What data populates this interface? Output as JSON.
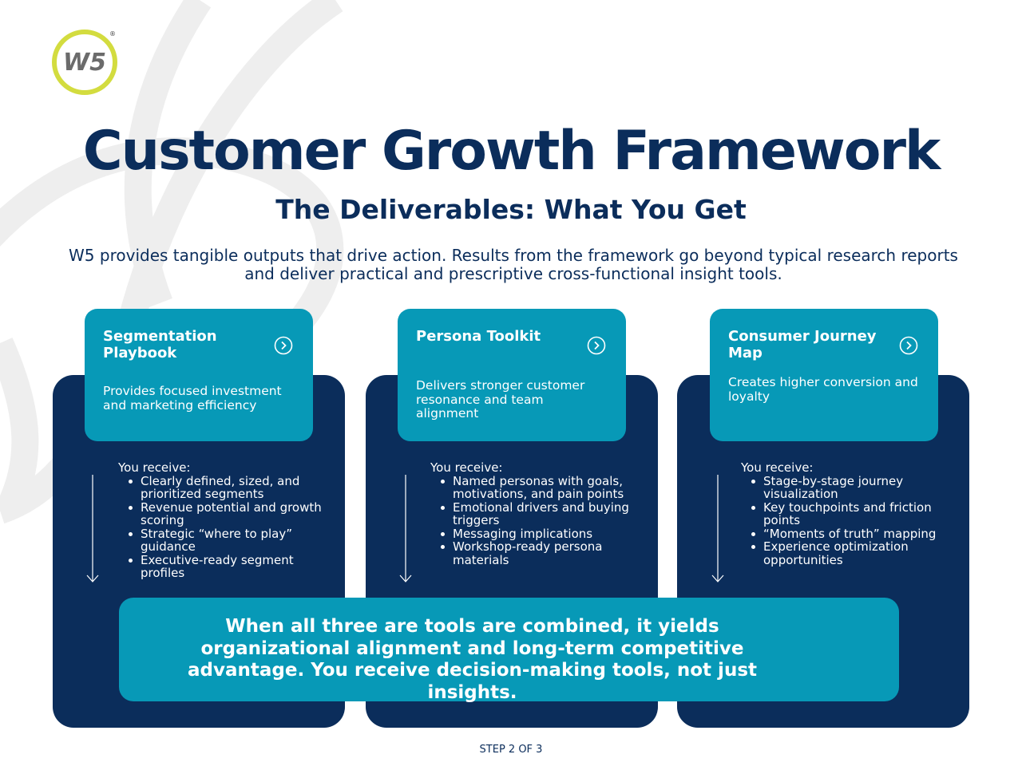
{
  "brand": {
    "logo_text": "W5",
    "registered_mark": "®",
    "colors": {
      "navy": "#0b2d5b",
      "teal": "#0799b7",
      "lime": "#d3dc3f"
    }
  },
  "header": {
    "title": "Customer Growth Framework",
    "subtitle": "The Deliverables: What You Get",
    "intro": "W5 provides tangible outputs that drive action. Results from the framework go beyond typical research reports and deliver practical and prescriptive cross-functional insight tools."
  },
  "cards": [
    {
      "title": "Segmentation Playbook",
      "description": "Provides focused investment and marketing efficiency",
      "icon": "chevron-right-circle-icon",
      "receive_label": "You receive:",
      "items": [
        "Clearly defined, sized, and prioritized segments",
        "Revenue potential and growth scoring",
        "Strategic “where to play” guidance",
        "Executive-ready segment profiles"
      ]
    },
    {
      "title": "Persona Toolkit",
      "description": "Delivers stronger customer resonance and team alignment",
      "icon": "chevron-right-circle-icon",
      "receive_label": "You receive:",
      "items": [
        "Named personas with goals, motivations, and pain points",
        "Emotional drivers and buying triggers",
        "Messaging implications",
        "Workshop-ready persona materials"
      ]
    },
    {
      "title": "Consumer Journey Map",
      "description": "Creates higher conversion and loyalty",
      "icon": "chevron-right-circle-icon",
      "receive_label": "You receive:",
      "items": [
        "Stage-by-stage journey visualization",
        "Key touchpoints and friction points",
        "“Moments of truth” mapping",
        "Experience optimization opportunities"
      ]
    }
  ],
  "banner": {
    "text": "When all three are tools are combined, it yields organizational alignment and long-term competitive advantage. You receive decision-making tools, not just insights."
  },
  "footer": {
    "step": "STEP 2 OF 3"
  }
}
